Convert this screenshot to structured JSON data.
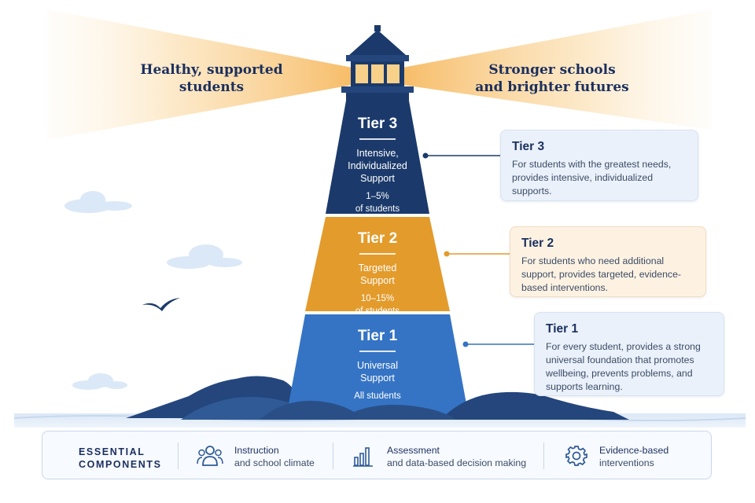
{
  "headlines": {
    "left_line1": "Healthy, supported",
    "left_line2": "students",
    "right_line1": "Stronger schools",
    "right_line2": "and brighter futures"
  },
  "tiers": [
    {
      "title": "Tier 3",
      "label_line1": "Intensive,",
      "label_line2": "Individualized",
      "label_line3": "Support",
      "share_line1": "1–5%",
      "share_line2": "of students",
      "color": "#1b3a6b"
    },
    {
      "title": "Tier 2",
      "label_line1": "Targeted",
      "label_line2": "Support",
      "share_line1": "10–15%",
      "share_line2": "of students",
      "color": "#e39b2c"
    },
    {
      "title": "Tier 1",
      "label_line1": "Universal",
      "label_line2": "Support",
      "share_line1": "All students",
      "color": "#3574c4"
    }
  ],
  "cards": [
    {
      "title": "Tier 3",
      "body": "For students with the greatest needs, provides intensive, individualized supports."
    },
    {
      "title": "Tier 2",
      "body": "For students who need additional support, provides targeted, evidence-based interventions."
    },
    {
      "title": "Tier 1",
      "body": "For every student, provides a strong universal foundation that promotes wellbeing, prevents problems, and supports learning."
    }
  ],
  "components": {
    "heading_line1": "ESSENTIAL",
    "heading_line2": "COMPONENTS",
    "items": [
      {
        "icon": "people-icon",
        "line1": "Instruction",
        "line2": "and school climate"
      },
      {
        "icon": "bar-chart-icon",
        "line1": "Assessment",
        "line2": "and data-based decision making"
      },
      {
        "icon": "gear-icon",
        "line1": "Evidence-based",
        "line2": "interventions"
      }
    ]
  },
  "colors": {
    "navy": "#1b3a6b",
    "amber": "#e39b2c",
    "blue": "#3574c4",
    "light_beam": "#f7c97e",
    "sky_cloud": "#dbe8f7"
  }
}
